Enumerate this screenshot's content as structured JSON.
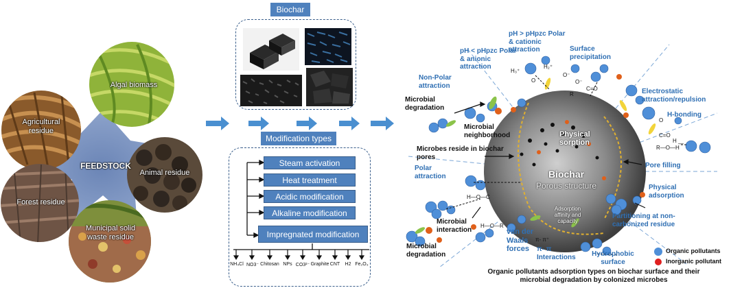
{
  "feedstock": {
    "center_label": "FEEDSTOCK",
    "items": [
      {
        "label": "Agricultural residue"
      },
      {
        "label": "Algal biomass"
      },
      {
        "label": "Animal residue"
      },
      {
        "label": "Forest residue"
      },
      {
        "label": "Municipal solid waste residue"
      }
    ]
  },
  "biochar_panel": {
    "title": "Biochar",
    "modification_title": "Modification types",
    "modifications": [
      "Steam activation",
      "Heat treatment",
      "Acidic modification",
      "Alkaline modification",
      "Impregnated modification"
    ],
    "impregnants": [
      "NH₄Cl",
      "NO3⁻",
      "Chitosan",
      "NPs",
      "CO3²⁻",
      "Graphite",
      "CNT",
      "H2",
      "Fe₂O₃"
    ]
  },
  "mechanisms": {
    "center_title": "Biochar",
    "center_subtitle": "Porous structure",
    "physical_sorption": "Physical sorption",
    "labels_blue": {
      "ph_low": "pH < pHpzc Polar & anionic attraction",
      "ph_high": "pH > pHpzc Polar & cationic attraction",
      "surface_precipitation": "Surface precipitation",
      "nonpolar": "Non-Polar attraction",
      "electrostatic": "Electrostatic attraction/repulsion",
      "hbonding": "H-bonding",
      "pore_filling": "Pore filling",
      "polar": "Polar attraction",
      "physical_adsorption": "Physical adsorption",
      "partitioning": "Partitioning at non-carbonized residue",
      "vdw": "van der Waals forces",
      "pipi": "π- π Interactions",
      "hydrophobic": "Hydrophobic surface"
    },
    "labels_black": {
      "microbial_degradation_top": "Microbial degradation",
      "microbial_neighborhood": "Microbial neighborhood",
      "microbes_reside": "Microbes reside in biochar pores",
      "microbial_interaction": "Microbial interaction",
      "microbial_degradation_bottom": "Microbial degradation"
    },
    "adsorption_affinity": "Adsorption affinity and capacity",
    "legend": [
      {
        "label": "Organic pollutants",
        "color": "#4f8fd8"
      },
      {
        "label": "Inorganic pollutant",
        "color": "#e02020"
      }
    ],
    "caption": "Organic pollutants adsorption types on biochar surface and their microbial degradation by colonized microbes"
  },
  "colors": {
    "accent_blue": "#4f81bd",
    "arrow_blue": "#4a8fd0",
    "label_blue": "#2f6fb3",
    "organic": "#4f8fd8",
    "inorganic": "#e02020"
  }
}
